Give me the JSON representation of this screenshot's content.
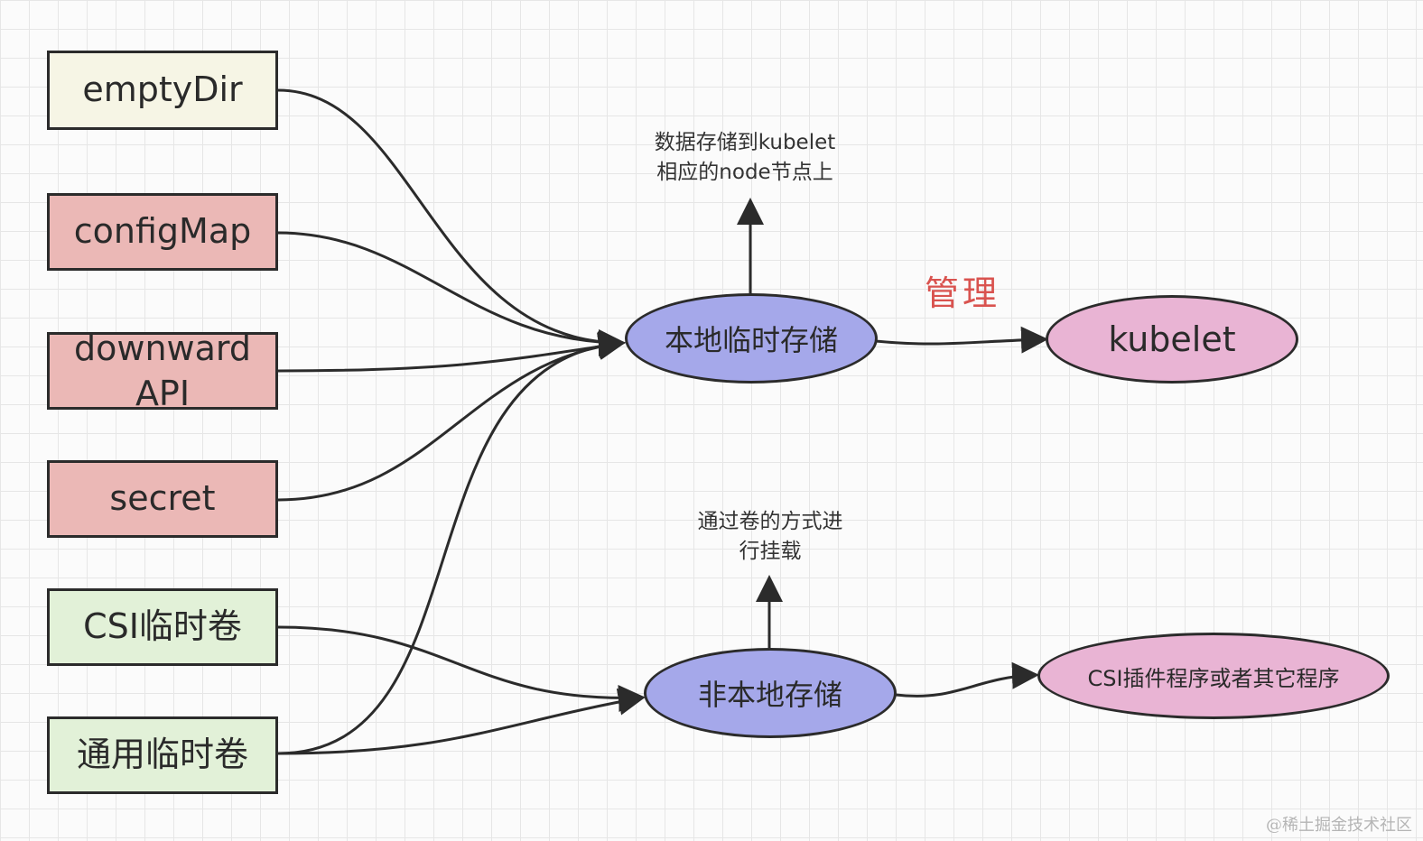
{
  "boxes": {
    "emptydir": "emptyDir",
    "configmap": "configMap",
    "downward_line1": "downward",
    "downward_line2": "API",
    "secret": "secret",
    "csi_ephemeral": "CSI临时卷",
    "generic_ephemeral": "通用临时卷"
  },
  "nodes": {
    "local_storage": "本地临时存储",
    "nonlocal_storage": "非本地存储",
    "kubelet": "kubelet",
    "csi_plugin": "CSI插件程序或者其它程序"
  },
  "notes": {
    "local_line1": "数据存储到kubelet",
    "local_line2": "相应的node节点上",
    "nonlocal_line1": "通过卷的方式进",
    "nonlocal_line2": "行挂载",
    "manage": "管理"
  },
  "watermark": "@稀土掘金技术社区",
  "colors": {
    "emptydir_fill": "#f6f5e5",
    "red_fill": "#ebb8b6",
    "green_fill": "#e2f1d8",
    "blue_fill": "#a5a8ea",
    "pink_fill": "#e9b4d4",
    "manage_text": "#d9534f"
  }
}
